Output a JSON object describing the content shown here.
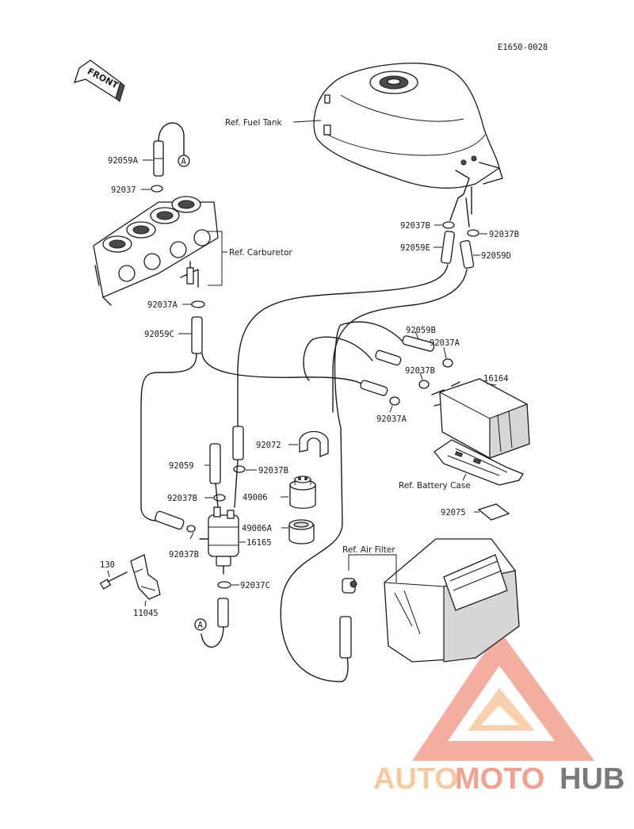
{
  "diagram_code": "E1650-0028",
  "front_arrow": "FRONT",
  "refs": {
    "fuel_tank": "Ref. Fuel Tank",
    "carburetor": "Ref. Carburetor",
    "battery_case": "Ref. Battery Case",
    "air_filter": "Ref. Air Filter"
  },
  "callout_letter": "A",
  "parts": {
    "p92059A": "92059A",
    "p92037": "92037",
    "p92037B_1": "92037B",
    "p92037B_2": "92037B",
    "p92059E": "92059E",
    "p92059D": "92059D",
    "p92037A_1": "92037A",
    "p92059C": "92059C",
    "p92059B": "92059B",
    "p92037A_2": "92037A",
    "p92037B_3": "92037B",
    "p16164": "16164",
    "p92037A_3": "92037A",
    "p92072": "92072",
    "p92059": "92059",
    "p92037B_4": "92037B",
    "p49006": "49006",
    "p92037B_5": "92037B",
    "p49006A": "49006A",
    "p16165": "16165",
    "p92037B_6": "92037B",
    "p92075": "92075",
    "p130": "130",
    "p11045": "11045",
    "p92037C": "92037C"
  },
  "watermark": {
    "part1": "AUTO",
    "part2": "MOTO",
    "part3": "HUB",
    "color1": "#f6c9a0",
    "color2": "#f2a08f",
    "color3": "#7a7a7a"
  }
}
